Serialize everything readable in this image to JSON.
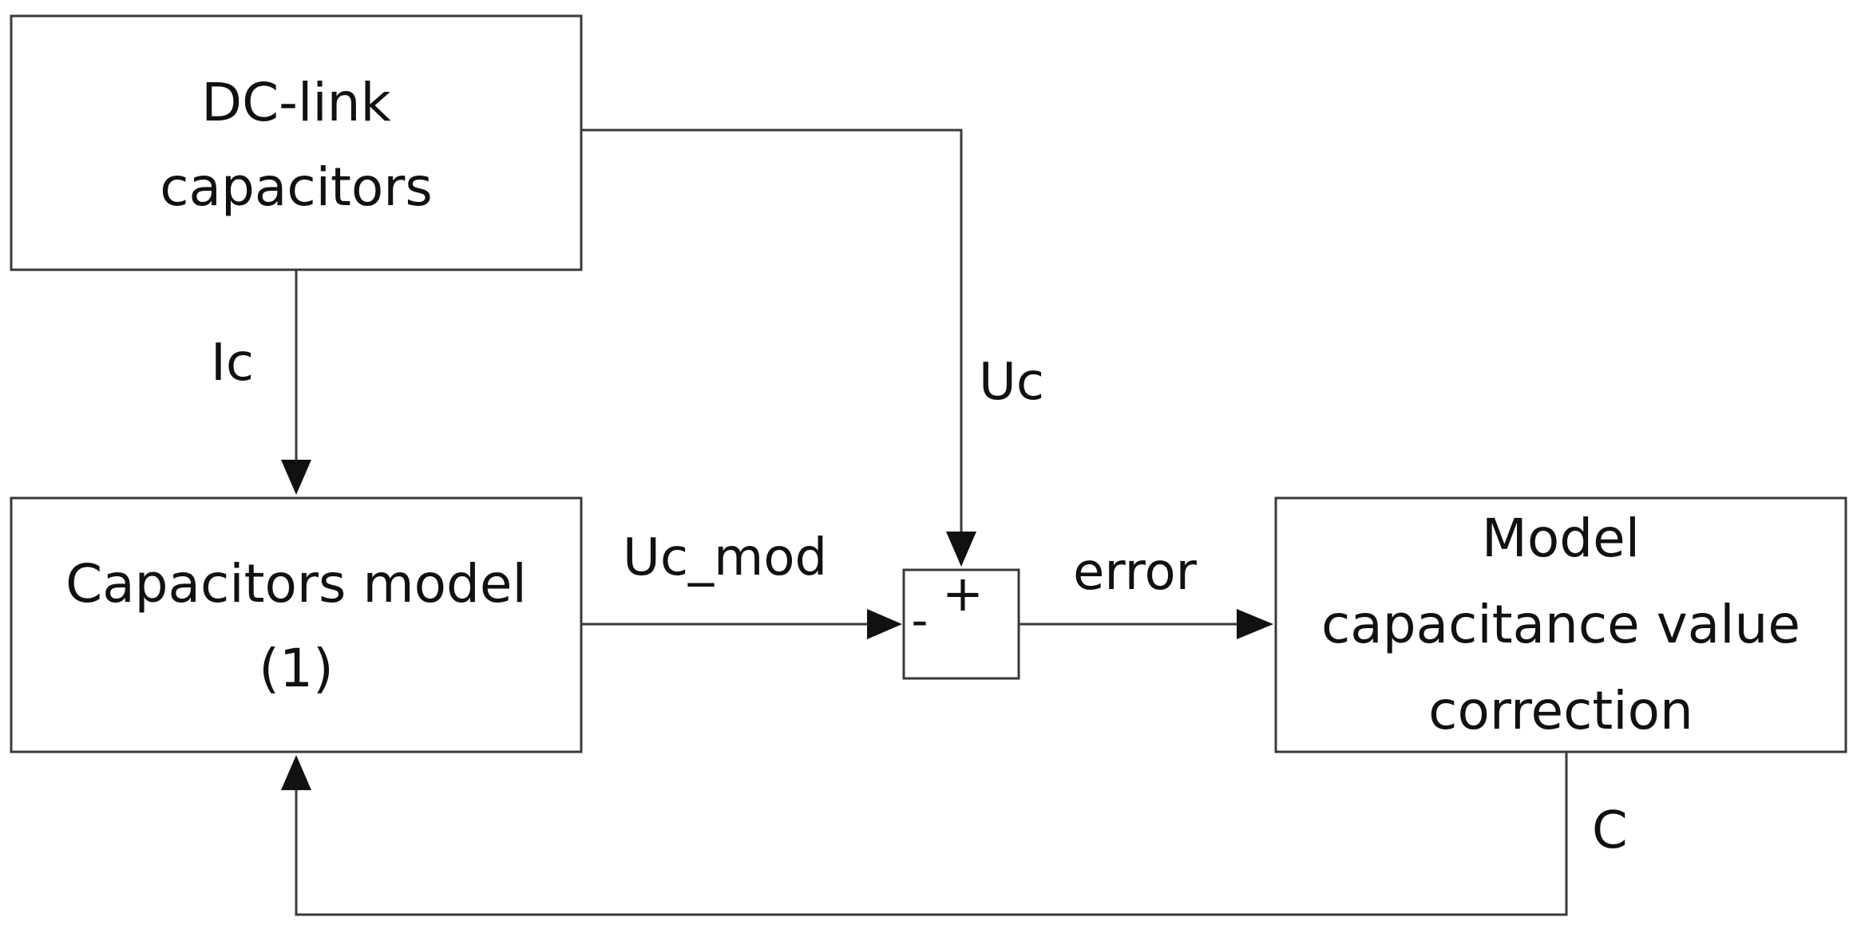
{
  "blocks": {
    "dc_link": {
      "line1": "DC-link",
      "line2": "capacitors"
    },
    "capacitors_model": {
      "line1": "Capacitors model",
      "line2": "(1)"
    },
    "correction": {
      "line1": "Model",
      "line2": "capacitance value",
      "line3": "correction"
    },
    "summing_junction": {
      "plus": "+",
      "minus": "-"
    }
  },
  "signals": {
    "ic": "Ic",
    "uc": "Uc",
    "uc_mod": "Uc_mod",
    "error": "error",
    "c": "C"
  }
}
